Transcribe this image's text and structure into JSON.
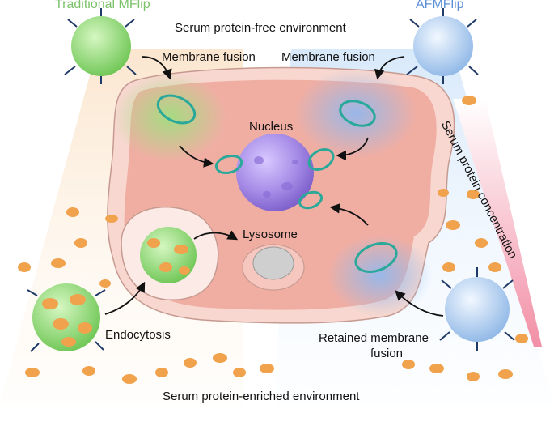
{
  "diagram": {
    "labels": {
      "traditional": "Traditional MFlip",
      "afmflip": "AFMFlip",
      "top_env": "Serum protein-free environment",
      "fusion_left": "Membrane fusion",
      "fusion_right": "Membrane fusion",
      "nucleus": "Nucleus",
      "lysosome": "Lysosome",
      "endocytosis": "Endocytosis",
      "retained_line1": "Retained membrane",
      "retained_line2": "fusion",
      "serum_conc": "Serum protein concentration",
      "bottom_env": "Serum protein-enriched environment"
    },
    "colors": {
      "traditional_text": "#7cc26b",
      "afmflip_text": "#5b8fd6",
      "mflip_particle": "#8fdc6c",
      "afmflip_particle": "#b9d7f5",
      "serum_protein": "#f0a24c",
      "cell_interior": "#f3b6ab",
      "nucleus": "#a58ae6",
      "ring": "#2aa89a",
      "gradient_bar": "#f28fa6"
    }
  }
}
